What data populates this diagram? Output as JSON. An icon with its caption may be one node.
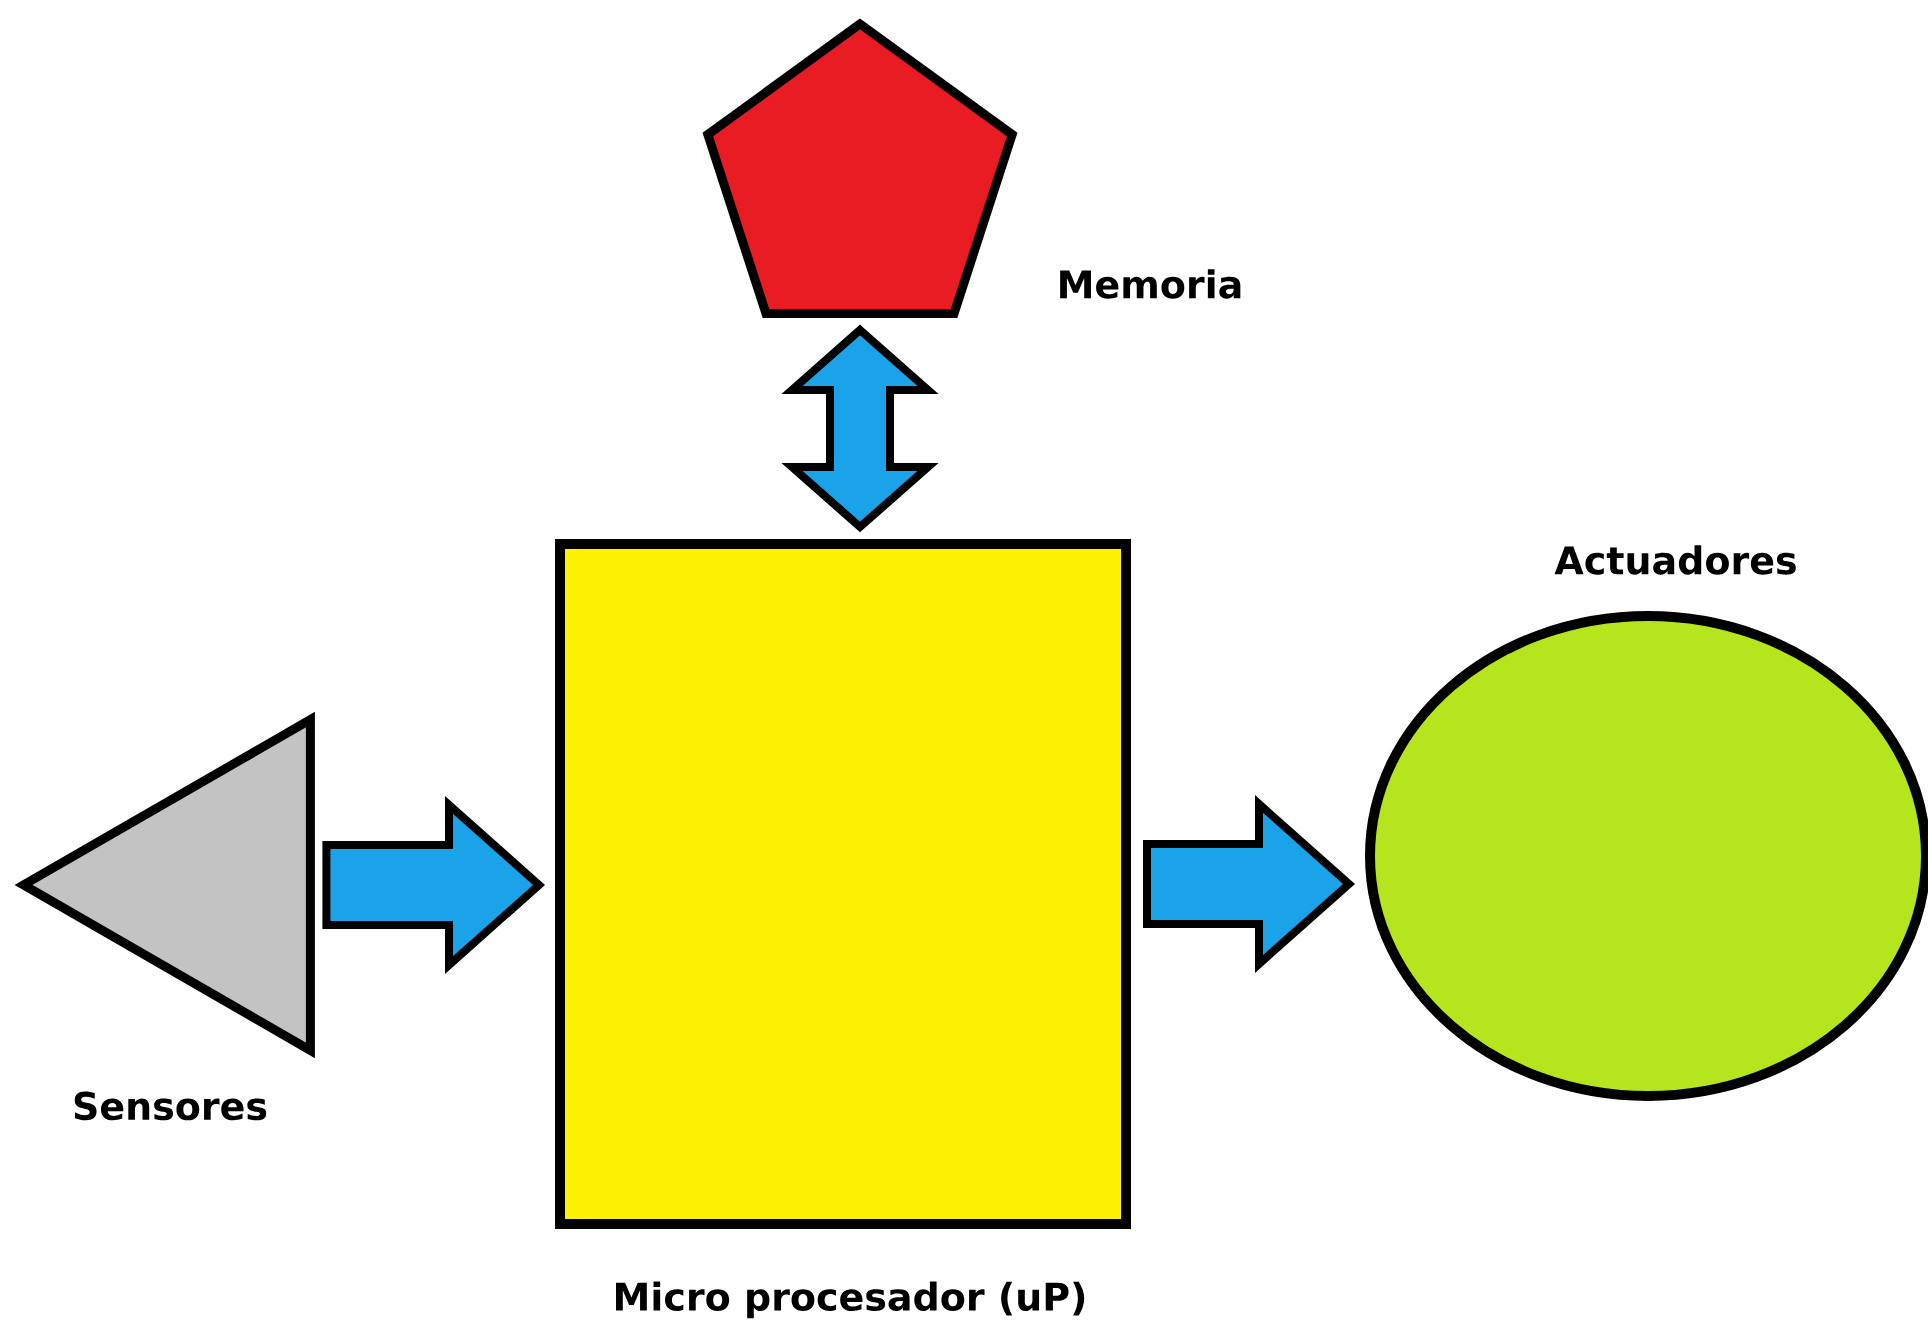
{
  "diagram": {
    "nodes": [
      {
        "text": [
          "Memoria"
        ]
      },
      {
        "text": [
          "Sensores"
        ]
      },
      {
        "text": [
          "Micro procesador (uP)"
        ]
      },
      {
        "text": [
          "Actuadores"
        ]
      }
    ],
    "edges": [
      {
        "from": 1,
        "to": 2,
        "arrow": "to"
      },
      {
        "from": 2,
        "to": 3,
        "arrow": "to"
      },
      {
        "from": 0,
        "to": 2,
        "arrow": "both"
      }
    ]
  }
}
